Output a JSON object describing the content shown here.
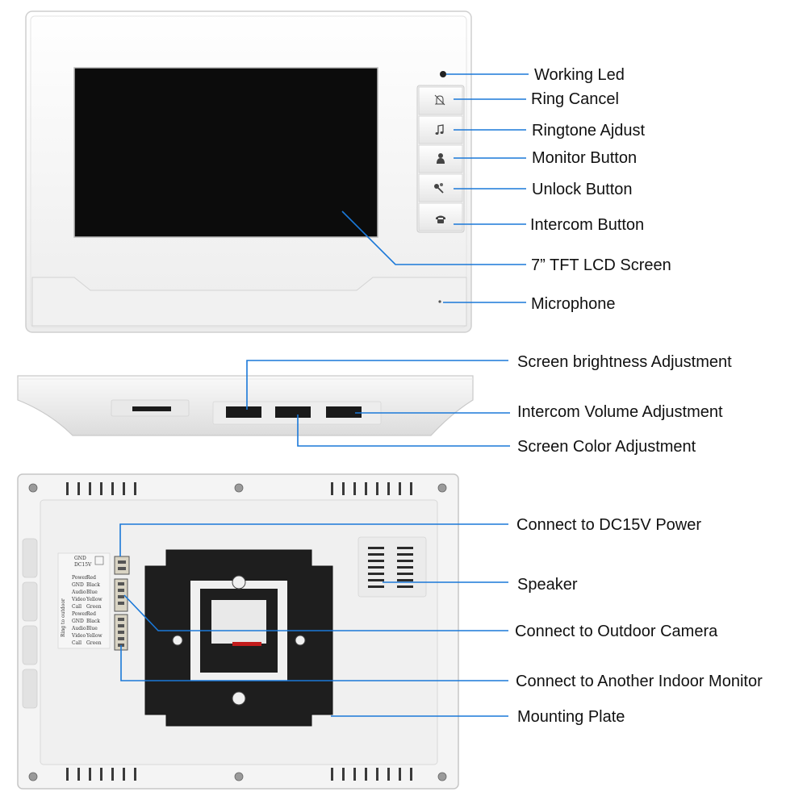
{
  "front_view": {
    "labels": {
      "working_led": "Working Led",
      "ring_cancel": "Ring Cancel",
      "ringtone_adjust": "Ringtone Ajdust",
      "monitor_button": "Monitor Button",
      "unlock_button": "Unlock Button",
      "intercom_button": "Intercom Button",
      "lcd_screen": "7” TFT LCD Screen",
      "microphone": "Microphone"
    },
    "icons": [
      "bell-off-icon",
      "music-note-icon",
      "person-icon",
      "key-icon",
      "telephone-icon"
    ]
  },
  "side_view": {
    "labels": {
      "brightness": "Screen brightness Adjustment",
      "volume": "Intercom Volume Adjustment",
      "color": "Screen Color Adjustment"
    }
  },
  "back_view": {
    "labels": {
      "power": "Connect to DC15V Power",
      "speaker": "Speaker",
      "outdoor_camera": "Connect to Outdoor Camera",
      "indoor_monitor": "Connect to Another Indoor Monitor",
      "mounting_plate": "Mounting Plate"
    },
    "terminal_text": {
      "gnd": "GND",
      "dc15v": "DC15V",
      "ring_to_outdoor": "Ring to outdoor",
      "rows": [
        {
          "name": "Power",
          "wire": "Red"
        },
        {
          "name": "GND",
          "wire": "Black"
        },
        {
          "name": "Audio",
          "wire": "Blue"
        },
        {
          "name": "Video",
          "wire": "Yellow"
        },
        {
          "name": "Call",
          "wire": "Green"
        },
        {
          "name": "Power",
          "wire": "Red"
        },
        {
          "name": "GND",
          "wire": "Black"
        },
        {
          "name": "Audio",
          "wire": "Blue"
        },
        {
          "name": "Video",
          "wire": "Yellow"
        },
        {
          "name": "Call",
          "wire": "Green"
        }
      ]
    }
  },
  "colors": {
    "leader_line": "#1a78d8",
    "screen": "#0c0c0c",
    "housing": "#f7f7f7",
    "mounting_plate": "#1e1e1e"
  }
}
